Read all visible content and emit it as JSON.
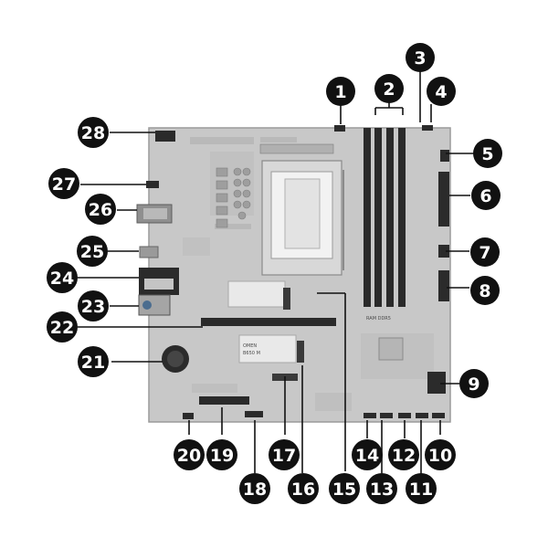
{
  "colors": {
    "board": "#c7c7c7",
    "board_edge": "#9a9a9a",
    "component_dark": "#2b2b2b",
    "callout": "#111111",
    "leader": "#111111"
  },
  "board_text": {
    "dimm_label": "RAM DDR5",
    "brand": "OMEN",
    "model": "B650 M"
  },
  "callouts": [
    "1",
    "2",
    "3",
    "4",
    "5",
    "6",
    "7",
    "8",
    "9",
    "10",
    "11",
    "12",
    "13",
    "14",
    "15",
    "16",
    "17",
    "18",
    "19",
    "20",
    "21",
    "22",
    "23",
    "24",
    "25",
    "26",
    "27",
    "28"
  ]
}
